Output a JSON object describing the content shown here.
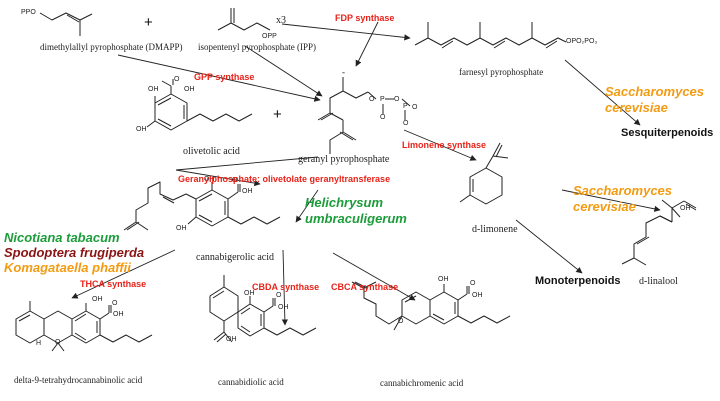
{
  "molecules": {
    "dmapp": "dimethylallyl pyrophosphate (DMAPP)",
    "ipp": "isopentenyl pyrophosphate (IPP)",
    "fpp": "farnesyl pyrophosphate",
    "olivetolic_acid": "olivetolic acid",
    "gpp": "geranyl pyrophosphate",
    "d_limonene": "d-limonene",
    "cbga": "cannabigerolic acid",
    "d_linalool": "d-linalool",
    "thca": "delta-9-tetrahydrocannabinolic acid",
    "cbda": "cannabidiolic acid",
    "cbca": "cannabichromenic acid"
  },
  "enzymes": {
    "fdp_synthase": "FDP synthase",
    "gpp_synthase": "GPP synthase",
    "limonene_synthase": "Limonene synthase",
    "geranyltransferase": "Geranylphosphate: olivetolate geranyltransferase",
    "thca_synthase": "THCA synthase",
    "cbda_synthase": "CBDA synthase",
    "cbca_synthase": "CBCA synthase"
  },
  "organisms": {
    "nicotiana": "Nicotiana tabacum",
    "spodoptera": "Spodoptera frugiperda",
    "komagataella": "Komagataella phaffii",
    "helichrysum_1": "Helichrysum",
    "helichrysum_2": "umbraculigerum",
    "saccharomyces_top_1": "Saccharomyces",
    "saccharomyces_top_2": "cerevisiae",
    "saccharomyces_mid_1": "Saccharomyces",
    "saccharomyces_mid_2": "cerevisiae"
  },
  "products": {
    "sesquiterpenoids": "Sesquiterpenoids",
    "monoterpenoids": "Monoterpenoids"
  },
  "structure_labels": {
    "ppo": "PPO",
    "opp": "OPP",
    "multiplier": "x3",
    "fpp_phosphate": "OPO₂PO₃",
    "oh": "OH",
    "o": "O",
    "h": "H",
    "p": "P",
    "minus": "-",
    "plus": "+"
  },
  "colors": {
    "enzyme": "#e8231a",
    "nicotiana": "#1c9c3a",
    "helichrysum": "#1c9c3a",
    "spodoptera": "#8b1515",
    "komagataella": "#f29b13",
    "saccharomyces": "#f29b13"
  }
}
